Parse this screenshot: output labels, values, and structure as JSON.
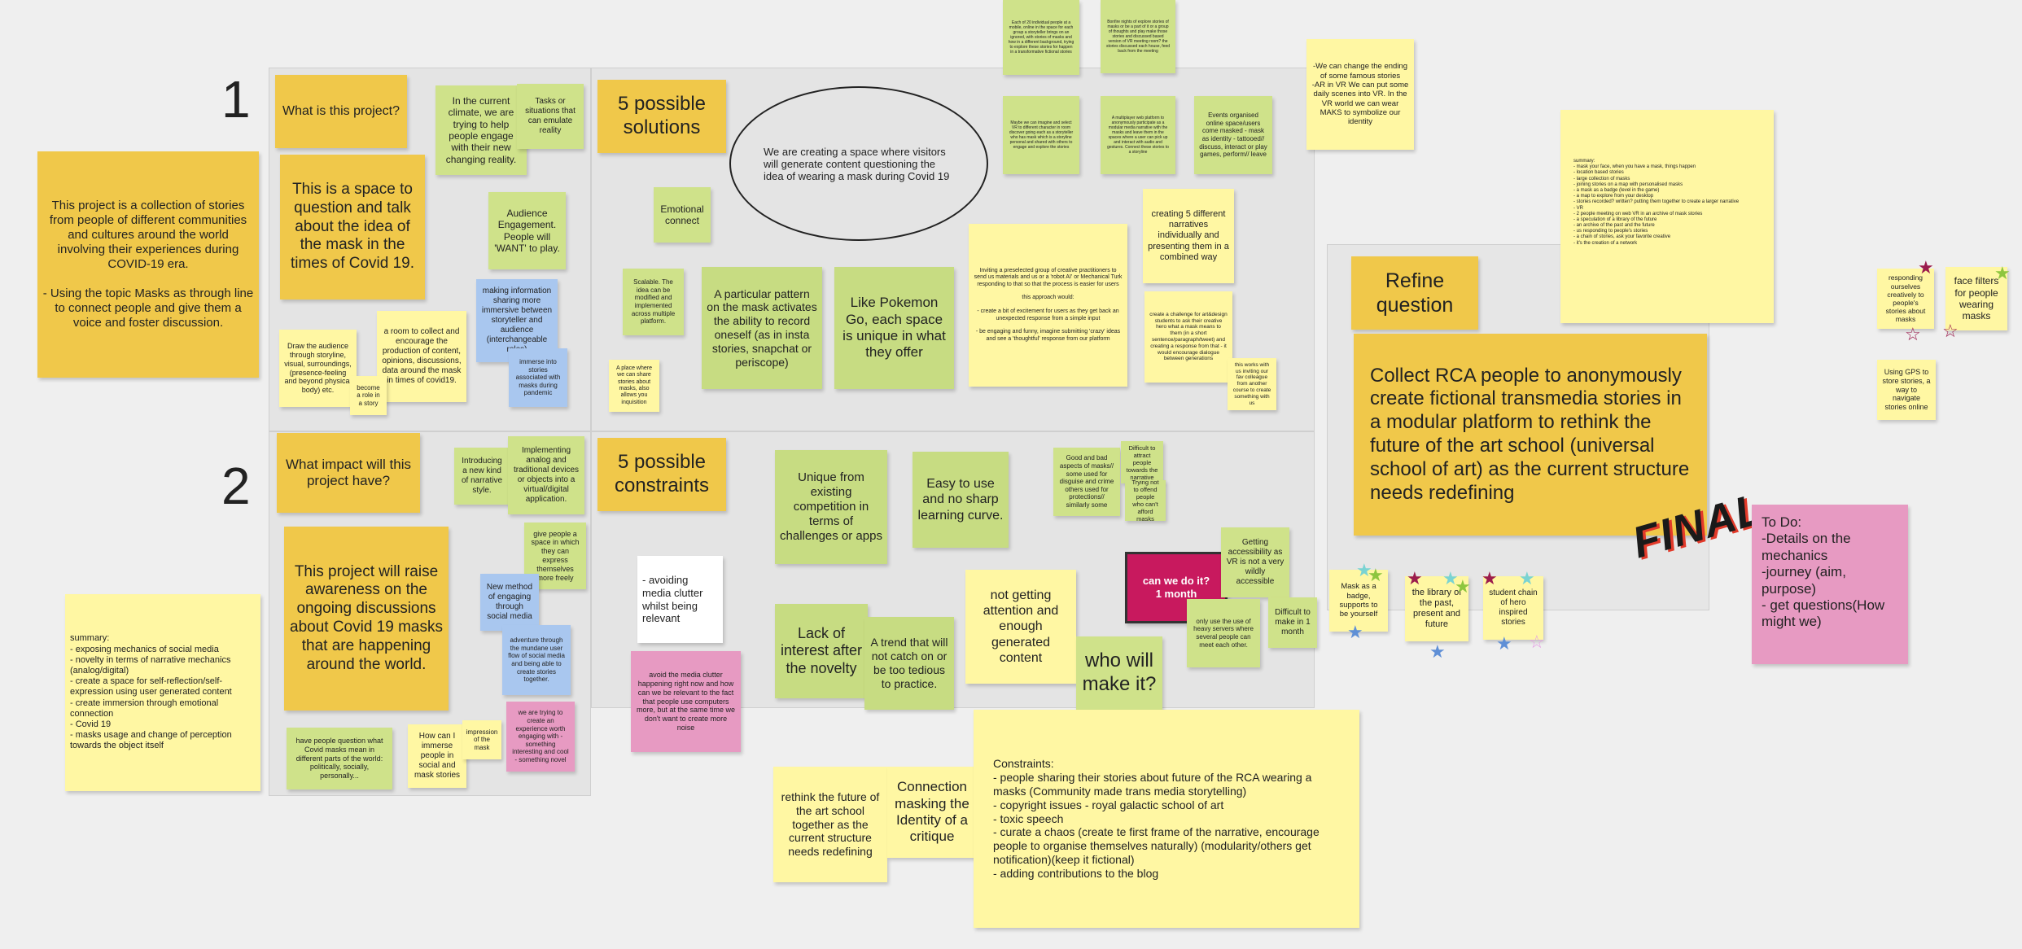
{
  "board": {
    "rows": {
      "row1": "1",
      "row2": "2"
    },
    "final_stamp": "FINAL",
    "ellipse_text": "We are creating a space where visitors will generate content questioning the idea of wearing a mask during Covid 19"
  },
  "notes": {
    "left_intro": "This project is a collection of stories from people of different communities and cultures around the world involving their experiences during COVID-19 era.\n\n- Using the topic Masks as through line to connect people and give them a voice and foster discussion.",
    "left_summary": "summary:\n- exposing mechanics of social media\n- novelty in terms of narrative mechanics (analog/digital)\n- create a space for self-reflection/self-expression using user generated content\n- create immersion through emotional connection\n- Covid 19\n- masks usage and change of perception towards the object itself",
    "what_is": "What is this project?",
    "space_question": "This is a space to question and talk about the idea of the mask in the times of Covid 19.",
    "climate": "In the current climate, we are trying to help people engage with their new changing reality.",
    "tasks": "Tasks or situations that can emulate reality",
    "audience_eng": "Audience Engagement. People will 'WANT' to play.",
    "making_info": "making information sharing more immersive between storyteller and audience (interchangeable roles)",
    "immerse_stories": "immerse into stories associated with masks during pandemic",
    "draw_audience": "Draw the audience through storyline, visual, surroundings, (presence-feeling and beyond physical body) etc.",
    "room_collect": "a room to collect and encourage the production of content, opinions, discussions, data around the mask in times of covid19.",
    "become_role": "become a role in a story",
    "what_impact": "What impact will this project have?",
    "raise_awareness": "This project will raise awareness on the ongoing discussions about Covid 19 masks that are happening around the world.",
    "introducing": "Introducing a new kind of narrative style.",
    "implementing": "Implementing analog and traditional devices or objects into a virtual/digital application.",
    "give_space": "give people a space in which they can express themselves more freely",
    "new_method": "New method of engaging through social media",
    "adventure": "adventure through the mundane user flow of social media and being able to create stories together.",
    "people_question": "have people question what Covid masks mean in different parts of the world: politically, socially, personally...",
    "how_immerse": "How can I immerse people in social and mask stories",
    "impression": "impression of the mask",
    "trying_create": "we are trying to create an experience worth engaging with - something interesting and cool - something novel",
    "solutions_title": "5 possible solutions",
    "emotional": "Emotional connect",
    "scalable": "Scalable. The idea can be modified and implemented across multiple platform.",
    "place_share": "A place where we can share stories about masks, also allows you inquisition",
    "pattern_mask": "A particular pattern on the mask activates the ability to record oneself (as in insta stories, snapchat or periscope)",
    "pokemon": "Like Pokemon Go, each space is unique in what they offer",
    "invite_group": "Inviting a preselected group of creative practitioners to send us materials and us or a 'robot AI' or Mechanical Turk responding to that so that the process is easier for users\n\nthis approach would:\n\n- create a bit of excitement for users as they get back an unexpected response from a simple input\n\n- be engaging and funny, imagine submitting 'crazy' ideas and see a 'thoughtful' response from our platform",
    "top_small_1": "Each of 20 individual people at a mobile, online in the space for each group a storyteller brings on an ignored, with stories of masks and how in a different background, trying to explore these stories for happen in a transformative fictional stories",
    "top_small_2": "Bonfire nights of explore stories of masks or be a part of it or a group of thoughts and play make those stories and discussed based version of VR meeting room? the stories discussed each house, feed back from the meeting",
    "top_small_3": "Maybe we can imagine and select VR to different character in room discover going each as a storyteller who has mask which is a storyline personal and shared with others to engage and explore the stories",
    "top_small_4": "A multiplayer web platform to anonymously participate as a modular media narrative with the masks and leave them in the spaces where a user can pick up and interact with audio and gestures. Connect these stories to a storyline",
    "events": "Events organised online space/users come masked - mask as identity - tattooed// discuss, interact or play games, perform// leave",
    "five_narratives": "creating 5 different narratives individually and presenting them in a combined way",
    "challenge": "create a challenge for art&design students to ask their creative hero what a mask means to them (in a short sentence/paragraph/tweet) and creating a response from that - it would encourage dialogue between generations",
    "colleague": "this works with us inviting our fav colleague from another course to create something with us",
    "change_ending": "-We can change the ending of some famous stories\n-AR in VR We can put some daily scenes into VR. In the VR world we can wear MAKS to symbolize our identity",
    "constraints_title": "5 possible constraints",
    "avoiding_clutter": "- avoiding media clutter whilst being relevant",
    "avoid_clutter_pink": "avoid the media clutter happening right now and how can we be relevant to the fact that people use computers more, but at the same time we don't want to create more noise",
    "unique_competition": "Unique from existing competition in terms of challenges or apps",
    "easy_use": "Easy to use and no sharp learning curve.",
    "lack_interest": "Lack of interest after the novelty",
    "trend": "A trend that will not catch on or be too tedious to practice.",
    "good_bad": "Good and bad aspects of masks// some used for disguise and crime others used for protections// similarly some",
    "difficult_attract": "Difficult to attract people towards the narrative",
    "trying_not": "Trying not to offend people who can't afford masks",
    "can_we_do": "can we do it?\n1 month",
    "getting_access": "Getting accessibility as VR is not a very wildly accessible",
    "only_servers": "only use the use of heavy servers where several people can meet each other.",
    "difficult_month": "Difficult to make in 1 month",
    "not_getting": "not getting attention and enough generated content",
    "who_will": "who will make it?",
    "rethink": "rethink the future of the art school together as the current structure needs redefining",
    "connection": "Connection masking the Identity of a critique",
    "constraints_big": "Constraints:\n- people sharing their stories about future of the RCA wearing a masks (Community made trans media storytelling)\n- copyright issues - royal galactic school of art\n- toxic speech\n- curate a chaos (create te first frame of the narrative, encourage people to organise themselves naturally) (modularity/others get notification)(keep it fictional)\n- adding contributions to the blog",
    "refine_title": "Refine question",
    "collect_rca": "Collect RCA people to anonymously create fictional transmedia stories in a modular platform to rethink the future of the art school (universal school of art)  as the current structure needs redefining",
    "right_summary": "summary:\n- mask your face, when you have a mask, things happen\n- location based stories\n- large collection of masks\n- joining stories on a map with personalised masks\n- a mask as a badge (level in the game)\n- a map to explore from your desktop\n- stories recorded? written? putting them together to create a larger narrative\n- VR\n- 2 people meeting on web VR in an archive of mask stories\n- a speculation of a library of the future\n- an archive of the past and the future\n- us responding to people's stories\n- a chain of stories, ask your favorite creative\n- it's the creation of a network",
    "mask_badge": "Mask as a badge, supports to be yourself",
    "library": "the library of the past, present and future",
    "student_chain": "student chain of hero inspired stories",
    "responding": "responding ourselves creatively to people's stories about masks",
    "face_filters": "face filters for people wearing masks",
    "gps": "Using GPS to store stories, a way to navigate stories online",
    "todo": "To Do:\n-Details on the mechanics\n-journey (aim, purpose)\n- get questions(How might we)"
  }
}
